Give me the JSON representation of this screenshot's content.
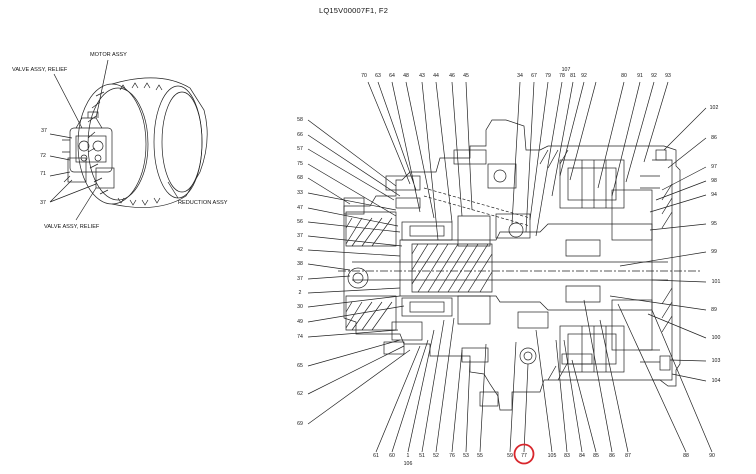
{
  "title": "LQ15V00007F1, F2",
  "highlight_color": "#d8262c",
  "assembly_labels": {
    "motor": "MOTOR ASSY",
    "valve_top": "VALVE ASSY, RELIEF",
    "valve_bottom": "VALVE ASSY, RELIEF",
    "reduction": "REDUCTION ASSY"
  },
  "small_refs": [
    "37",
    "72",
    "71",
    "37"
  ],
  "top_refs": [
    "70",
    "63",
    "64",
    "48",
    "43",
    "44",
    "46",
    "45",
    "34",
    "67",
    "79",
    "107",
    "78",
    "81",
    "92",
    "80",
    "91",
    "92",
    "93"
  ],
  "left_refs": [
    "58",
    "66",
    "57",
    "75",
    "68",
    "33",
    "47",
    "56",
    "37",
    "42",
    "38",
    "37",
    "2",
    "30",
    "49",
    "74",
    "65",
    "62",
    "69"
  ],
  "right_refs": [
    "102",
    "86",
    "97",
    "98",
    "94",
    "95",
    "99",
    "101",
    "89",
    "100",
    "103",
    "104"
  ],
  "bottom_refs": [
    "61",
    "60",
    "1",
    "51",
    "52",
    "76",
    "53",
    "55",
    "59",
    "77",
    "105",
    "83",
    "84",
    "85",
    "86",
    "87",
    "88",
    "90"
  ],
  "bottom_sub_ref": "106",
  "circled_ref": "77"
}
